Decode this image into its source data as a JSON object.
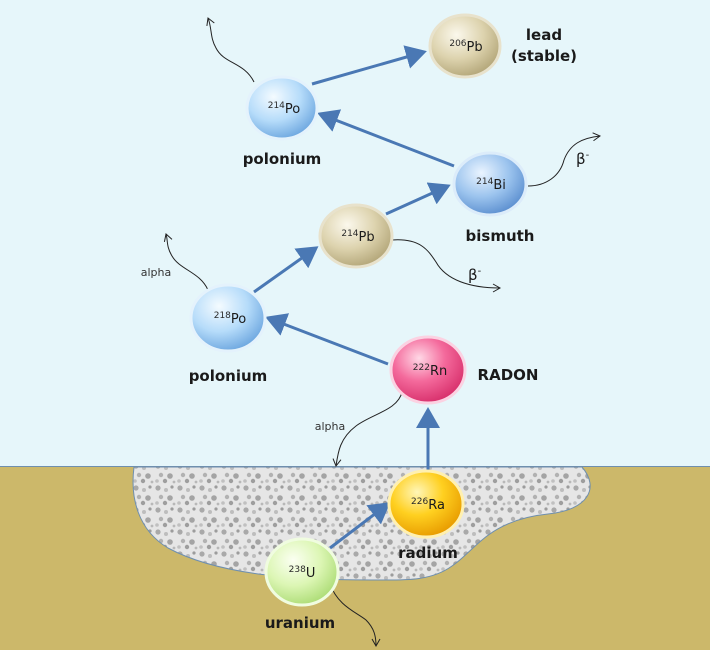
{
  "colors": {
    "sky": "#e6f6fa",
    "ground": "#ccb86a",
    "gravel": "#e4e4e4",
    "arrow": "#4a78b4",
    "polonium": "#9ccbf4",
    "lead": "#d8cca0",
    "bismuth": "#8ab6e8",
    "radon": "#f04c86",
    "radium": "#ffc800",
    "uranium": "#d6f4a6"
  },
  "nuclides": {
    "pb206": {
      "mass": "206",
      "symbol": "Pb"
    },
    "po214": {
      "mass": "214",
      "symbol": "Po"
    },
    "bi214": {
      "mass": "214",
      "symbol": "Bi"
    },
    "pb214": {
      "mass": "214",
      "symbol": "Pb"
    },
    "po218": {
      "mass": "218",
      "symbol": "Po"
    },
    "rn222": {
      "mass": "222",
      "symbol": "Rn"
    },
    "ra226": {
      "mass": "226",
      "symbol": "Ra"
    },
    "u238": {
      "mass": "238",
      "symbol": "U"
    }
  },
  "labels": {
    "lead_line1": "lead",
    "lead_line2": "(stable)",
    "polonium_upper": "polonium",
    "bismuth": "bismuth",
    "polonium_lower": "polonium",
    "radon": "RADON",
    "radium": "radium",
    "uranium": "uranium"
  },
  "emissions": {
    "alpha_po218": "alpha",
    "alpha_rn222": "alpha",
    "beta_bi214": "β",
    "beta_pb214": "β",
    "beta_minus": "-"
  }
}
